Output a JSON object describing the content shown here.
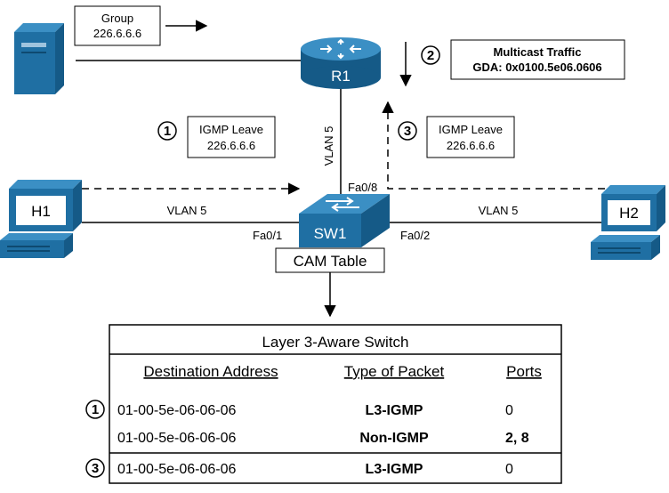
{
  "source_group": {
    "line1": "Group",
    "line2": "226.6.6.6"
  },
  "router_label": "R1",
  "switch_label": "SW1",
  "host1_label": "H1",
  "host2_label": "H2",
  "vlan_router": "VLAN 5",
  "vlan_left": "VLAN 5",
  "vlan_right": "VLAN 5",
  "ports": {
    "fa01": "Fa0/1",
    "fa02": "Fa0/2",
    "fa08": "Fa0/8"
  },
  "cam_label": "CAM Table",
  "step1": {
    "number": "1",
    "line1": "IGMP Leave",
    "line2": "226.6.6.6"
  },
  "step2": {
    "number": "2",
    "line1": "Multicast Traffic",
    "line2": "GDA: 0x0100.5e06.0606"
  },
  "step3": {
    "number": "3",
    "line1": "IGMP Leave",
    "line2": "226.6.6.6"
  },
  "table": {
    "title": "Layer 3-Aware Switch",
    "headers": {
      "dest": "Destination Address",
      "type": "Type of Packet",
      "ports": "Ports"
    },
    "rows": [
      {
        "marker": "1",
        "dest": "01-00-5e-06-06-06",
        "type": "L3-IGMP",
        "ports": "0"
      },
      {
        "marker": "",
        "dest": "01-00-5e-06-06-06",
        "type": "Non-IGMP",
        "ports": "2, 8"
      },
      {
        "marker": "3",
        "dest": "01-00-5e-06-06-06",
        "type": "L3-IGMP",
        "ports": "0"
      }
    ]
  },
  "colors": {
    "device_blue": "#1f6fa3",
    "device_dark": "#155a87",
    "device_light": "#3b8fc4"
  }
}
